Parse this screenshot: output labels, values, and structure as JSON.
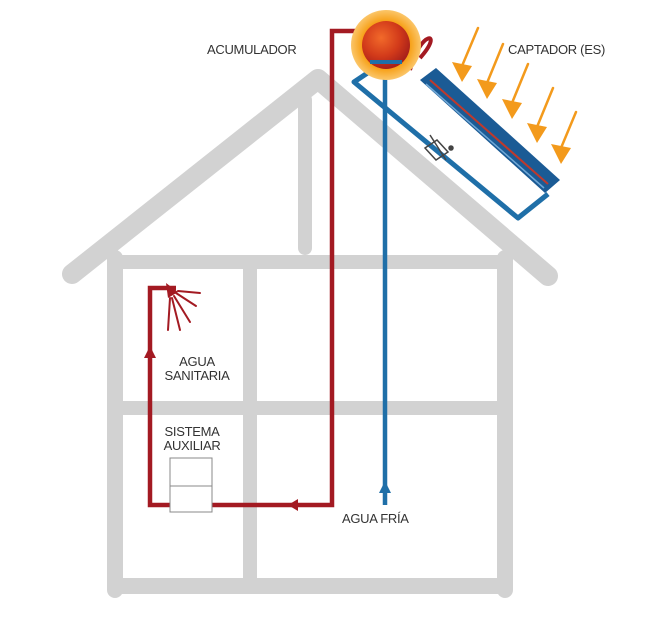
{
  "labels": {
    "acumulador": "ACUMULADOR",
    "captador": "CAPTADOR (ES)",
    "agua_sanitaria_line1": "AGUA",
    "agua_sanitaria_line2": "SANITARIA",
    "sistema_auxiliar_line1": "SISTEMA",
    "sistema_auxiliar_line2": "AUXILIAR",
    "agua_fria": "AGUA FRÍA"
  },
  "colors": {
    "house": "#d2d2d2",
    "hot_pipe": "#a31a22",
    "cold_pipe": "#1f6fa8",
    "collector": "#1b5b95",
    "sun_rays": "#f39a1c",
    "tank_core": "#d23a1a",
    "tank_glow": "#f7a21b",
    "text": "#333333"
  }
}
